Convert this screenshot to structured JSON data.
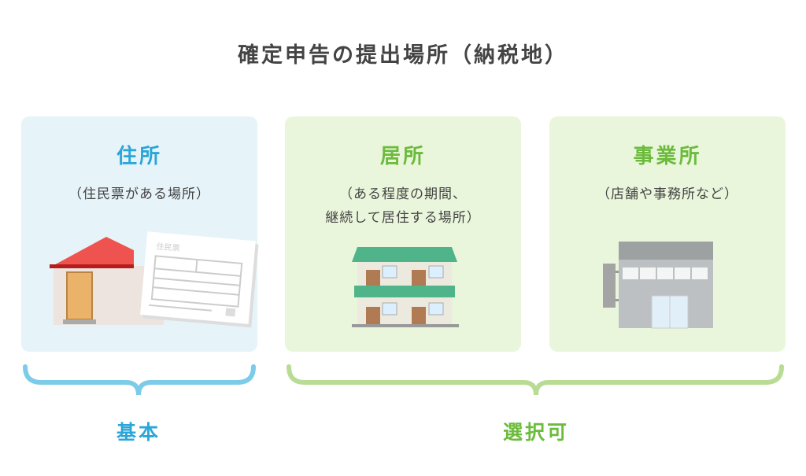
{
  "title": "確定申告の提出場所（納税地）",
  "cards": [
    {
      "heading": "住所",
      "sub1": "（住民票がある場所）",
      "sub2": "",
      "doc_label": "住民票"
    },
    {
      "heading": "居所",
      "sub1": "（ある程度の期間、",
      "sub2": "継続して居住する場所）"
    },
    {
      "heading": "事業所",
      "sub1": "（店舗や事務所など）",
      "sub2": ""
    }
  ],
  "labels": {
    "basic": "基本",
    "optional": "選択可"
  },
  "colors": {
    "blue": "#2aa6d8",
    "green": "#6cbb3c",
    "blue_bracket": "#7ccbe8",
    "green_bracket": "#b8dc94"
  }
}
